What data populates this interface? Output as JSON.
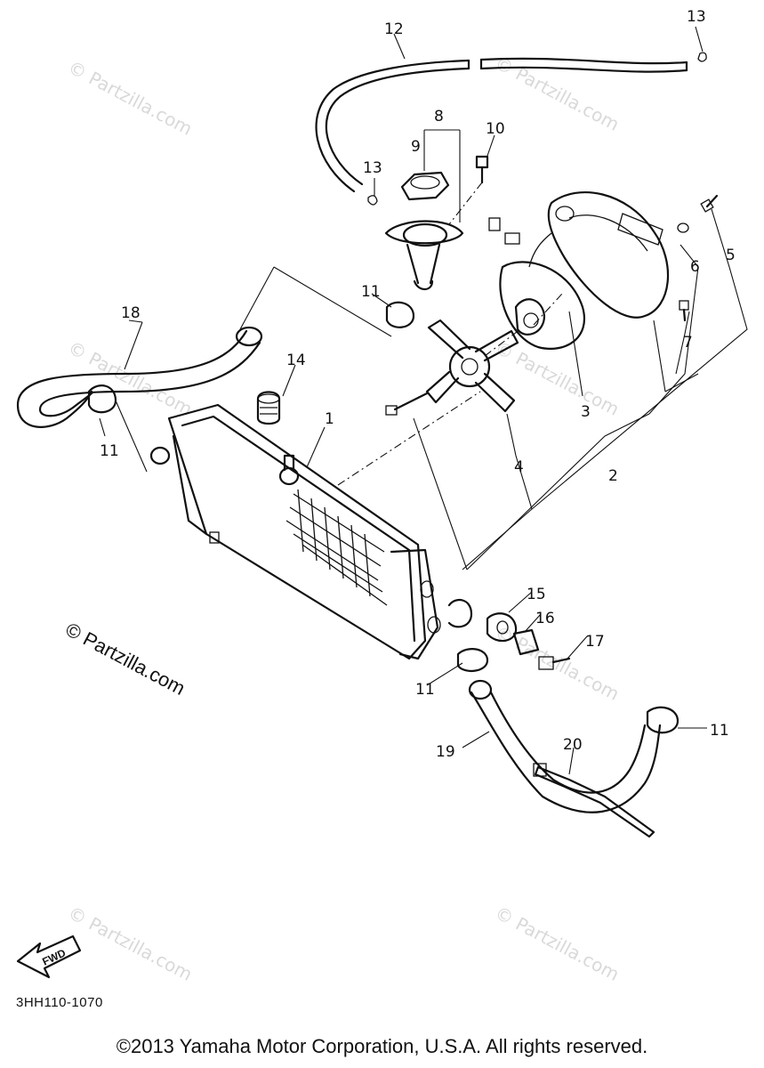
{
  "diagram": {
    "callouts": [
      {
        "id": "1",
        "label": "1"
      },
      {
        "id": "2",
        "label": "2"
      },
      {
        "id": "3",
        "label": "3"
      },
      {
        "id": "4",
        "label": "4"
      },
      {
        "id": "5",
        "label": "5"
      },
      {
        "id": "6",
        "label": "6"
      },
      {
        "id": "7",
        "label": "7"
      },
      {
        "id": "8",
        "label": "8"
      },
      {
        "id": "9",
        "label": "9"
      },
      {
        "id": "10",
        "label": "10"
      },
      {
        "id": "11",
        "label": "11"
      },
      {
        "id": "12",
        "label": "12"
      },
      {
        "id": "13",
        "label": "13"
      },
      {
        "id": "14",
        "label": "14"
      },
      {
        "id": "15",
        "label": "15"
      },
      {
        "id": "16",
        "label": "16"
      },
      {
        "id": "17",
        "label": "17"
      },
      {
        "id": "18",
        "label": "18"
      },
      {
        "id": "19",
        "label": "19"
      },
      {
        "id": "20",
        "label": "20"
      }
    ],
    "fwd_label": "FWD",
    "watermark": "© Partzilla.com",
    "drawing_code": "3HH110-1070"
  },
  "footer": {
    "copyright": "©2013  Yamaha Motor Corporation, U.S.A. All rights reserved."
  }
}
